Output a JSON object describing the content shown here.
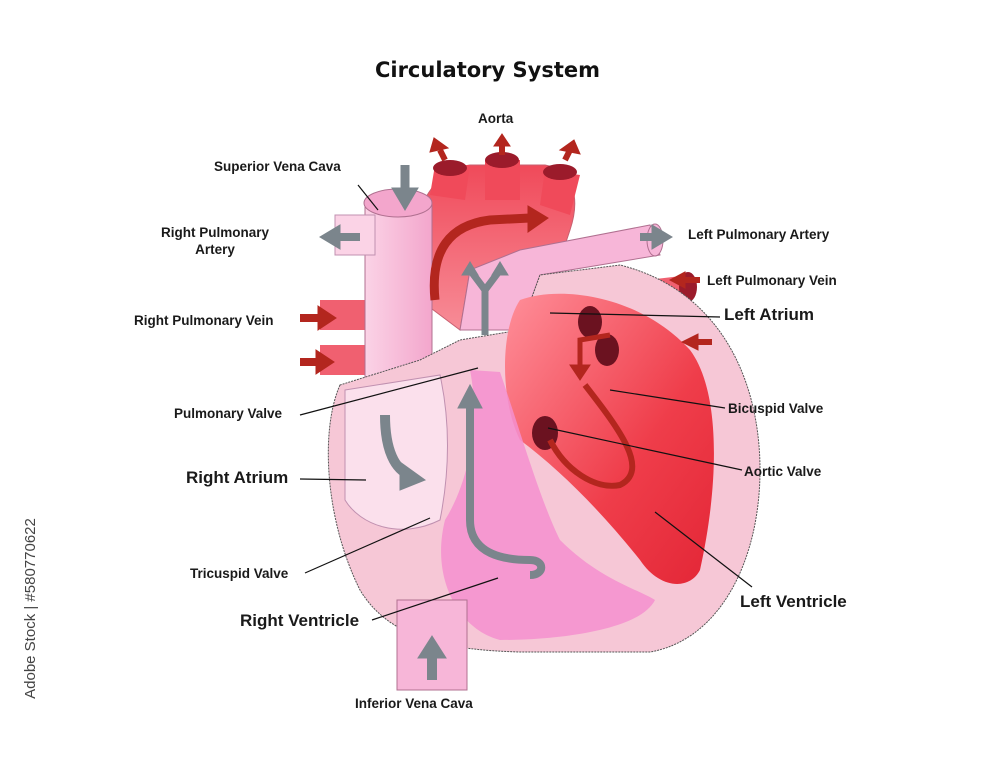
{
  "title": "Circulatory System",
  "labels": {
    "aorta": "Aorta",
    "superior_vena_cava": "Superior Vena Cava",
    "right_pulmonary_artery": "Right Pulmonary\nArtery",
    "left_pulmonary_artery": "Left Pulmonary Artery",
    "left_pulmonary_vein": "Left Pulmonary Vein",
    "right_pulmonary_vein": "Right Pulmonary Vein",
    "left_atrium": "Left Atrium",
    "pulmonary_valve": "Pulmonary Valve",
    "bicuspid_valve": "Bicuspid Valve",
    "right_atrium": "Right Atrium",
    "aortic_valve": "Aortic Valve",
    "tricuspid_valve": "Tricuspid Valve",
    "left_ventricle": "Left Ventricle",
    "right_ventricle": "Right Ventricle",
    "inferior_vena_cava": "Inferior Vena Cava"
  },
  "watermark": "Adobe Stock | #580770622",
  "colors": {
    "deoxygenated_arrow": "#7b858c",
    "oxygenated_arrow": "#b3261e",
    "right_side": "#f7b6d8",
    "left_side": "#ef3d4a",
    "outline": "#333333"
  }
}
